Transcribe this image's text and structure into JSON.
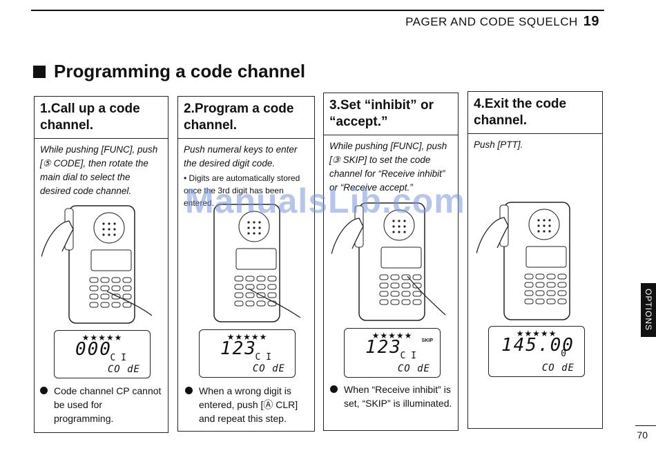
{
  "header": {
    "title": "PAGER AND CODE SQUELCH",
    "page": "19"
  },
  "section": {
    "title": "Programming a code channel"
  },
  "watermark": "ManualsLib.com",
  "steps": [
    {
      "number": "1.",
      "title": "Call up a code channel.",
      "instructions": "While pushing [FUNC], push [⑤ CODE], then rotate the main dial to select the desired code channel.",
      "sub": "",
      "lcd": {
        "stars": "★★★★★",
        "digits": "000",
        "channel": "C I",
        "code": "CO dE",
        "skip": ""
      },
      "note": "Code channel CP cannot be used for programming."
    },
    {
      "number": "2.",
      "title": "Program a code channel.",
      "instructions": "Push numeral keys to enter the desired digit code.",
      "sub": "• Digits are automatically stored once the 3rd digit has been entered.",
      "lcd": {
        "stars": "★★★★★",
        "digits": "123",
        "channel": "C I",
        "code": "CO dE",
        "skip": ""
      },
      "note": "When a wrong digit is entered, push [Ⓐ CLR] and repeat this step."
    },
    {
      "number": "3.",
      "title": "Set “inhibit” or “accept.”",
      "instructions": "While pushing [FUNC], push [③ SKIP] to set the code channel for “Receive inhibit” or “Receive accept.”",
      "sub": "",
      "lcd": {
        "stars": "★★★★★",
        "digits": "123",
        "channel": "C I",
        "code": "CO dE",
        "skip": "SKIP"
      },
      "note": "When “Receive inhibit” is set, “SKIP” is illuminated."
    },
    {
      "number": "4.",
      "title": "Exit the code channel.",
      "instructions": "Push [PTT].",
      "sub": "",
      "lcd": {
        "stars": "★★★★★",
        "digits": "145.00",
        "channel": "0",
        "code": "CO dE",
        "skip": ""
      },
      "note": ""
    }
  ],
  "side_tab": "OPTIONS",
  "page_number": "70"
}
